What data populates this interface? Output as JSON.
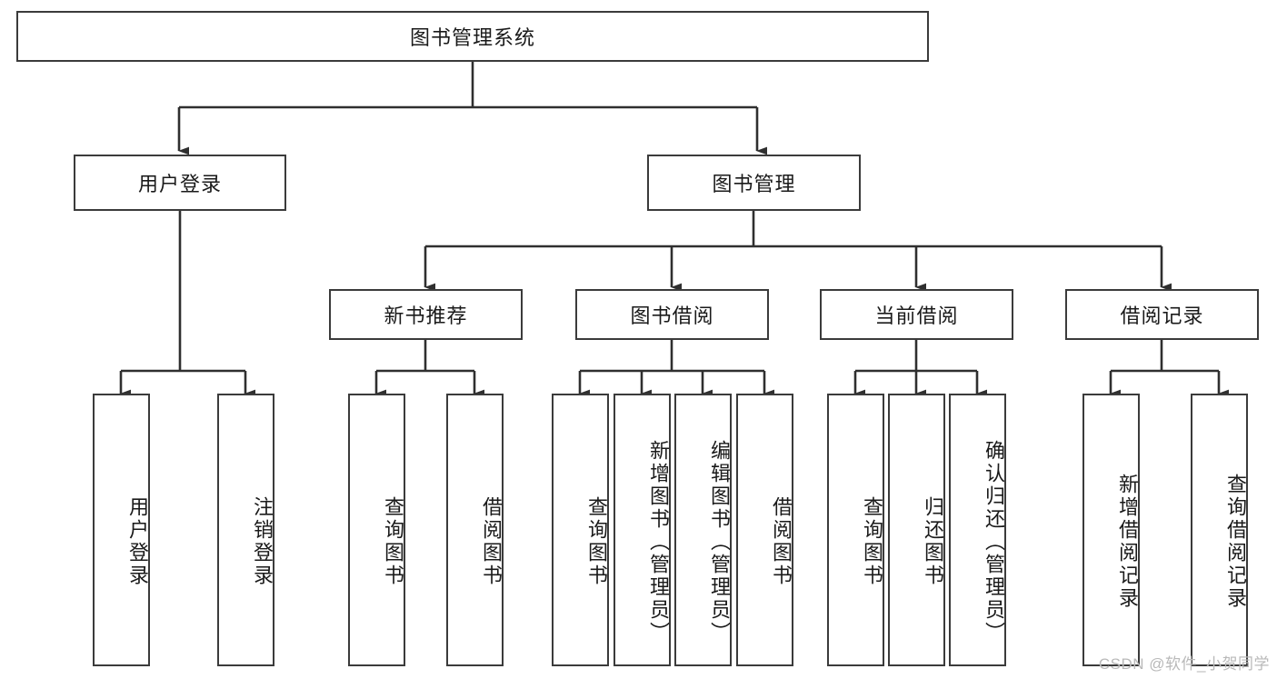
{
  "diagram": {
    "type": "tree",
    "title": "图书管理系统",
    "watermark": "CSDN @软件_小贺同学",
    "colors": {
      "border": "#3b3b3b",
      "background": "#ffffff",
      "text": "#1a1a1a",
      "edge": "#2f2f2f",
      "watermark": "#b9b9b9"
    },
    "levels": {
      "root": {
        "label": "图书管理系统"
      },
      "level2": [
        {
          "label": "用户登录"
        },
        {
          "label": "图书管理"
        }
      ],
      "level3": [
        {
          "label": "新书推荐"
        },
        {
          "label": "图书借阅"
        },
        {
          "label": "当前借阅"
        },
        {
          "label": "借阅记录"
        }
      ]
    },
    "leaves": {
      "user_login": [
        {
          "label": "用户登录"
        },
        {
          "label": "注销登录"
        }
      ],
      "new_book_recommend": [
        {
          "label": "查询图书"
        },
        {
          "label": "借阅图书"
        }
      ],
      "book_borrow": [
        {
          "label": "查询图书"
        },
        {
          "label": "新增图书（管理员）"
        },
        {
          "label": "编辑图书（管理员）"
        },
        {
          "label": "借阅图书"
        }
      ],
      "current_borrow": [
        {
          "label": "查询图书"
        },
        {
          "label": "归还图书"
        },
        {
          "label": "确认归还（管理员）"
        }
      ],
      "borrow_record": [
        {
          "label": "新增借阅记录"
        },
        {
          "label": "查询借阅记录"
        }
      ]
    }
  }
}
